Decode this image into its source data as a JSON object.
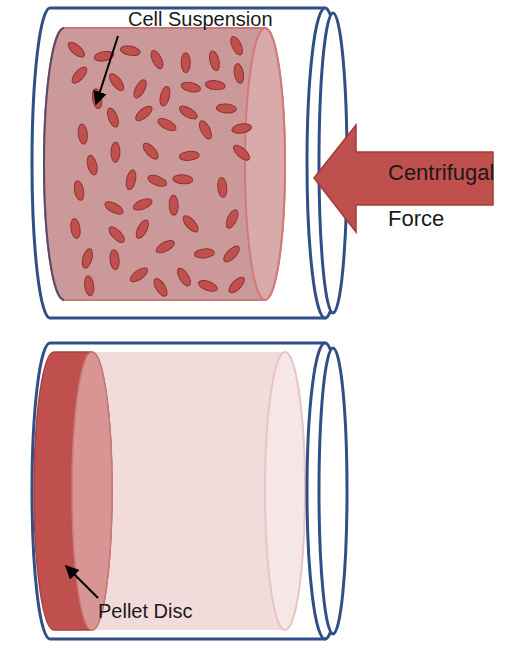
{
  "diagram": {
    "labels": [
      "Cell Suspension",
      "Centrifugal Force",
      "Pellet Disc"
    ]
  }
}
